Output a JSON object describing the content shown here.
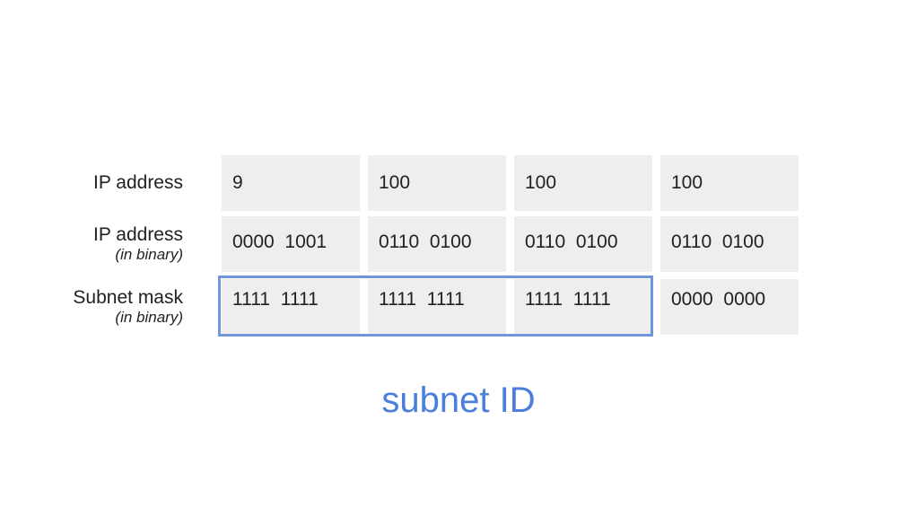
{
  "rows": [
    {
      "label": "IP address",
      "sublabel": "",
      "cells": [
        "9",
        "100",
        "100",
        "100"
      ]
    },
    {
      "label": "IP address",
      "sublabel": "(in binary)",
      "cells": [
        "0000  1001",
        "0110  0100",
        "0110  0100",
        "0110  0100"
      ]
    },
    {
      "label": "Subnet mask",
      "sublabel": "(in binary)",
      "cells": [
        "1111  1111",
        "1111  1111",
        "1111  1111",
        "0000  0000"
      ]
    }
  ],
  "caption": "subnet ID",
  "colors": {
    "cell_background": "#eeeeee",
    "highlight": "#6f96dc",
    "caption": "#4a7fdc",
    "text": "#202124"
  }
}
